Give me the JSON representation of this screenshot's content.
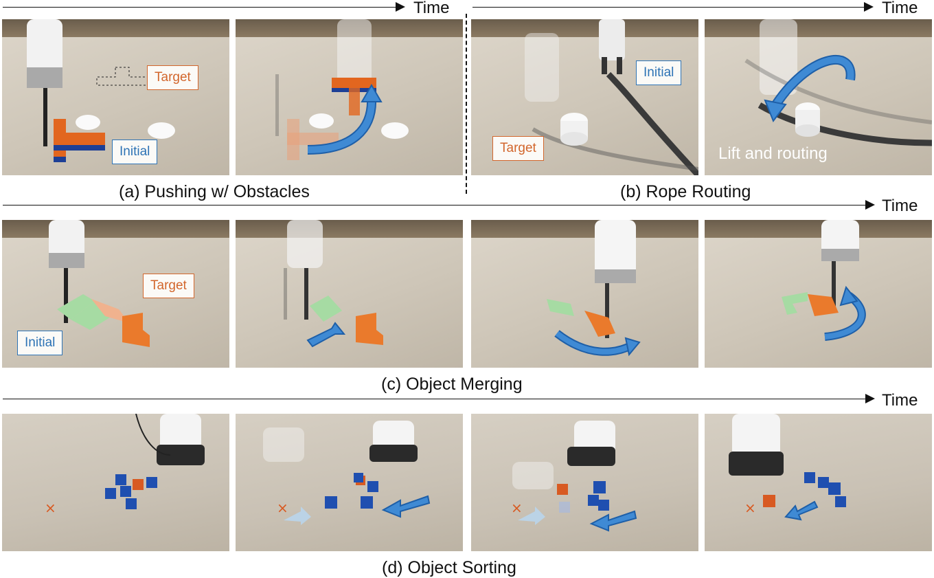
{
  "time_label": "Time",
  "captions": {
    "a": "(a) Pushing w/ Obstacles",
    "b": "(b) Rope Routing",
    "c": "(c) Object Merging",
    "d": "(d) Object Sorting"
  },
  "labels": {
    "target": "Target",
    "initial": "Initial",
    "lift_and_routing": "Lift and routing"
  },
  "colors": {
    "target_orange": "#d2662c",
    "initial_blue": "#2d73b5",
    "arrow_blue": "#2f78c4",
    "block_blue": "#1f4fb0",
    "block_orange": "#d85a22",
    "block_green": "#9fd8a0"
  }
}
